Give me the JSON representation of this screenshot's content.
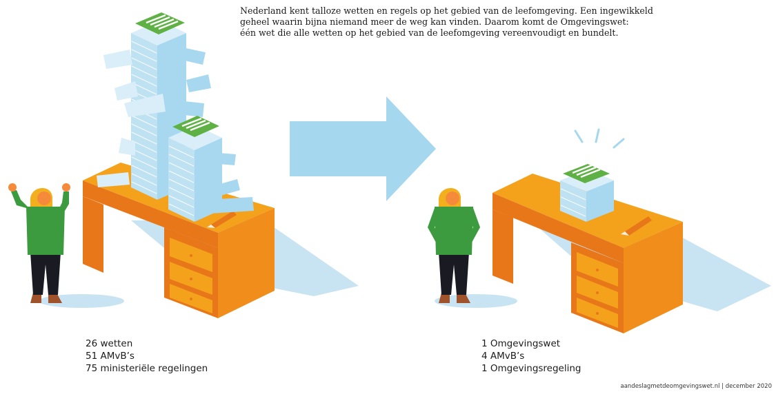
{
  "intro": {
    "line1": "Nederland kent talloze wetten en regels op het gebied van de leefomgeving. Een ingewikkeld",
    "line2": "geheel waarin bijna niemand meer de weg kan vinden. Daarom komt de Omgevingswet:",
    "line3": "één wet die alle wetten op het gebied van de leefomgeving vereenvoudigt en bundelt."
  },
  "before": {
    "item1": "26 wetten",
    "item2": "51 AMvB’s",
    "item3": "75 ministeriële regelingen"
  },
  "after": {
    "item1": "1 Omgevingswet",
    "item2": "4 AMvB’s",
    "item3": "1 Omgevingsregeling"
  },
  "source": "aandeslagmetdeomgevingswet.nl | december 2020",
  "colors": {
    "desk_top": "#f4a21c",
    "desk_front": "#e8771a",
    "desk_side": "#f08d1b",
    "shadow": "#c8e3f2",
    "paper": "#a8d8ef",
    "paper_light": "#d9eef8",
    "folder": "#5fb146",
    "arrow": "#a5d8ee",
    "jacket": "#3d9b3f",
    "hair": "#f2b01e",
    "skin": "#f58a3a"
  }
}
